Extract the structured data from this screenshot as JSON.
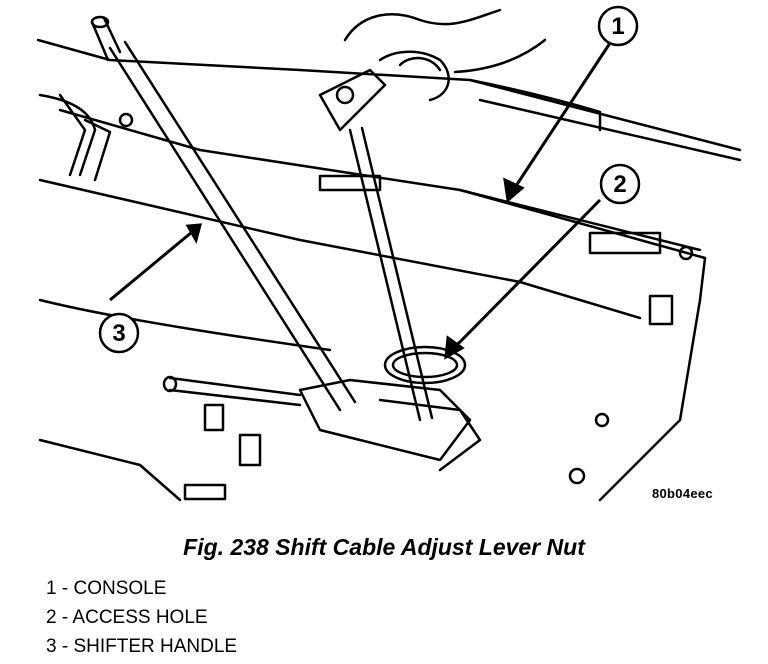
{
  "figure": {
    "code": "80b04eec",
    "caption": "Fig. 238 Shift Cable Adjust Lever Nut"
  },
  "callouts": [
    {
      "number": "1",
      "label": "CONSOLE"
    },
    {
      "number": "2",
      "label": "ACCESS HOLE"
    },
    {
      "number": "3",
      "label": "SHIFTER HANDLE"
    }
  ],
  "legend": [
    {
      "number": "1",
      "separator": " - ",
      "label": "CONSOLE"
    },
    {
      "number": "2",
      "separator": " - ",
      "label": "ACCESS HOLE"
    },
    {
      "number": "3",
      "separator": " - ",
      "label": "SHIFTER HANDLE"
    }
  ]
}
